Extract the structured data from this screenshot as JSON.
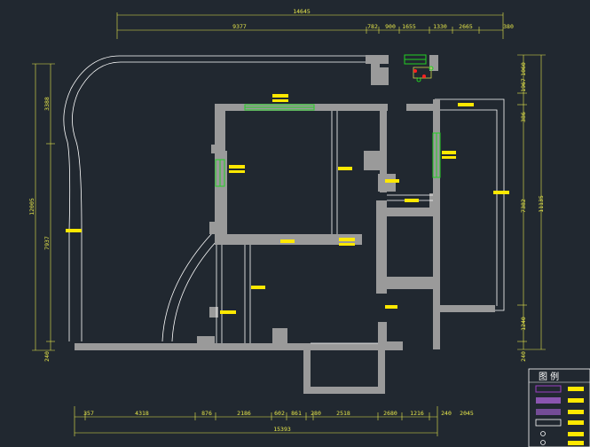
{
  "colors": {
    "background": "#212830",
    "wall": "#9a9a9a",
    "outline": "#ffffff",
    "dimension": "#e8e84a",
    "window": "#22d022",
    "label_block": "#ffe800",
    "legend_purple": "#9b3fc4",
    "legend_hatch": "#8a55b0",
    "marker_red": "#ff2020"
  },
  "dimensions": {
    "top_total": "14645",
    "top_row": [
      "9377",
      "782",
      "900",
      "1655",
      "1330",
      "2665",
      "380"
    ],
    "bottom_total": "15393",
    "bottom_row": [
      "357",
      "4318",
      "876",
      "2186",
      "602",
      "861",
      "280",
      "2518",
      "2680",
      "1216",
      "240",
      "2045"
    ],
    "left_total": "12005",
    "left_row": [
      "3388",
      "7937",
      "240"
    ],
    "right_total": "11135",
    "right_row": [
      "1060",
      "1967",
      "386",
      "7382",
      "1240",
      "240"
    ]
  },
  "legend": {
    "title": "图  例",
    "items": [
      "wall-outline",
      "purple-fill",
      "hatch-purple",
      "hatch-purple-2",
      "empty-box",
      "socket-icon",
      "lamp-icon"
    ]
  }
}
